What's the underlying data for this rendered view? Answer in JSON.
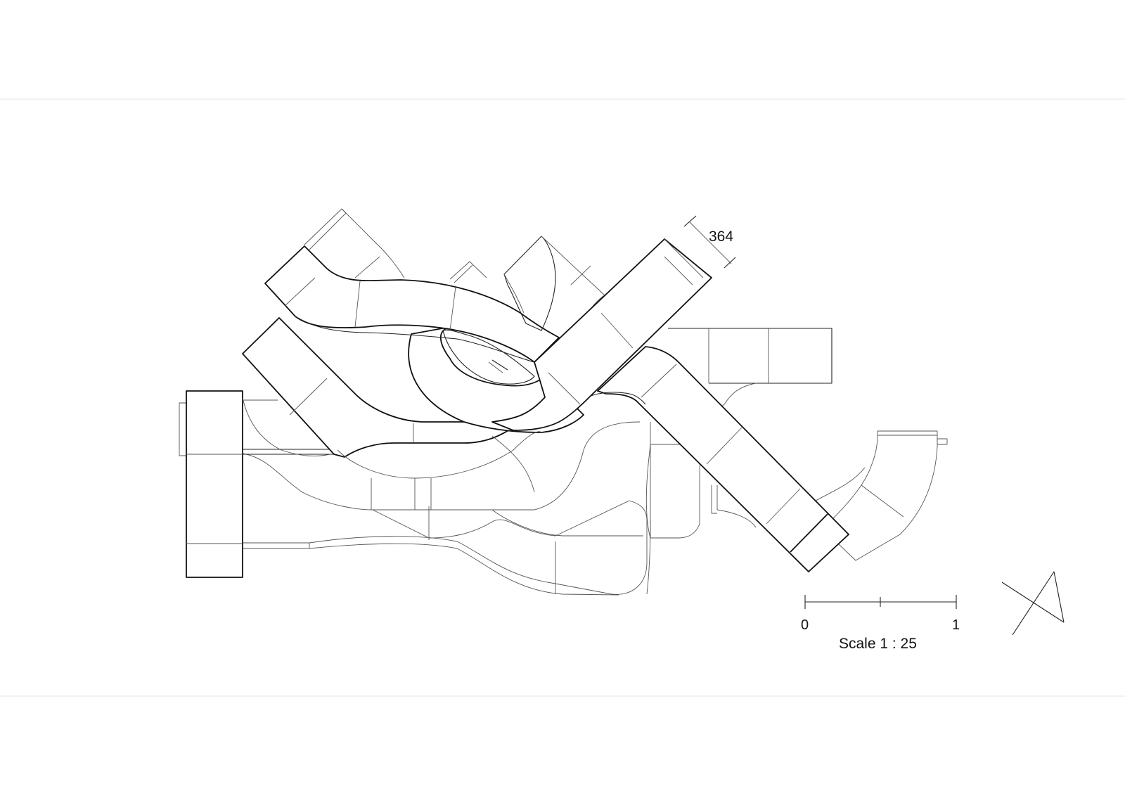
{
  "drawing": {
    "dimension_label": "364",
    "scale_bar": {
      "tick_start": "0",
      "tick_end": "1",
      "title": "Scale 1 : 25"
    },
    "north_arrow_icon": "north-arrow-icon",
    "line_color": "#111111",
    "background_color": "#ffffff"
  }
}
